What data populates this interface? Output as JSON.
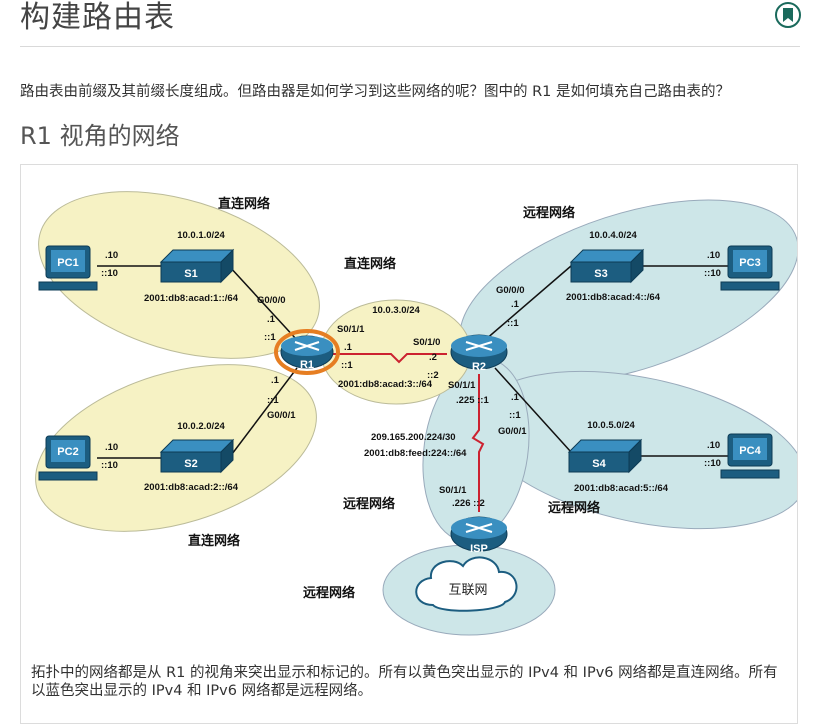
{
  "header": {
    "title": "构建路由表"
  },
  "intro": "路由表由前缀及其前缀长度组成。但路由器是如何学习到这些网络的呢？图中的 R1 是如何填充自己路由表的？",
  "section_title": "R1 视角的网络",
  "colors": {
    "direct": "#f6f2c4",
    "remote": "#cde6e8",
    "device": "#1c5d80",
    "serial_link": "#cc2230",
    "r1_highlight": "#e67e22"
  },
  "diagram": {
    "region_labels": {
      "direct_top": "直连网络",
      "direct_mid": "直连网络",
      "direct_bottom": "直连网络",
      "remote_top": "远程网络",
      "remote_right": "远程网络",
      "remote_mid": "远程网络",
      "remote_bottom": "远程网络"
    },
    "devices": {
      "pc1": "PC1",
      "pc2": "PC2",
      "pc3": "PC3",
      "pc4": "PC4",
      "s1": "S1",
      "s2": "S2",
      "s3": "S3",
      "s4": "S4",
      "r1": "R1",
      "r2": "R2",
      "isp": "ISP",
      "internet": "互联网"
    },
    "labels": {
      "net1_v4": "10.0.1.0/24",
      "net1_v6": "2001:db8:acad:1::/64",
      "net2_v4": "10.0.2.0/24",
      "net2_v6": "2001:db8:acad:2::/64",
      "net3_v4": "10.0.3.0/24",
      "net3_v6": "2001:db8:acad:3::/64",
      "net4_v4": "10.0.4.0/24",
      "net4_v6": "2001:db8:acad:4::/64",
      "net5_v4": "10.0.5.0/24",
      "net5_v6": "2001:db8:acad:5::/64",
      "isp_v4": "209.165.200.224/30",
      "isp_v6": "2001:db8:feed:224::/64",
      "pc1_v4": ".10",
      "pc1_v6": "::10",
      "pc2_v4": ".10",
      "pc2_v6": "::10",
      "pc3_v4": ".10",
      "pc3_v6": "::10",
      "pc4_v4": ".10",
      "pc4_v6": "::10",
      "r1_g000": "G0/0/0",
      "r1_g000_v4": ".1",
      "r1_g000_v6": "::1",
      "r1_g001": "G0/0/1",
      "r1_g001_v4": ".1",
      "r1_g001_v6": "::1",
      "r1_s011": "S0/1/1",
      "r1_s011_v4": ".1",
      "r1_s011_v6": "::1",
      "r2_s010": "S0/1/0",
      "r2_s010_v4": ".2",
      "r2_s010_v6": "::2",
      "r2_g000": "G0/0/0",
      "r2_g000_v4": ".1",
      "r2_g000_v6": "::1",
      "r2_g001": "G0/0/1",
      "r2_g001_v4": ".1",
      "r2_g001_v6": "::1",
      "r2_s011": "S0/1/1",
      "r2_s011_addr": ".225 ::1",
      "isp_s011": "S0/1/1",
      "isp_s011_addr": ".226 ::2"
    }
  },
  "caption": "拓扑中的网络都是从 R1 的视角来突出显示和标记的。所有以黄色突出显示的 IPv4 和 IPv6 网络都是直连网络。所有以蓝色突出显示的 IPv4 和 IPv6 网络都是远程网络。"
}
